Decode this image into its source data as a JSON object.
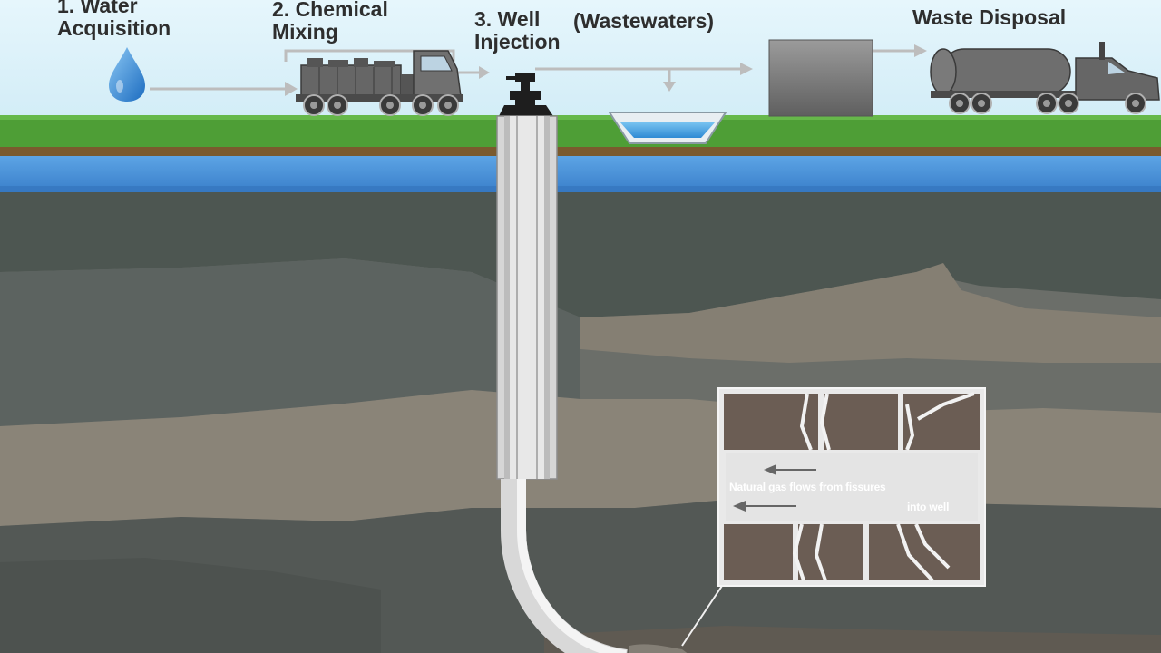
{
  "steps": {
    "water_acquisition": {
      "line1": "1. Water",
      "line2": "Acquisition"
    },
    "chemical_mixing": {
      "line1": "2. Chemical",
      "line2": "Mixing"
    },
    "well_injection": {
      "line1": "3. Well",
      "line2": "Injection"
    },
    "wastewaters": {
      "label": "(Wastewaters)"
    },
    "waste_disposal": {
      "label": "Waste Disposal"
    }
  },
  "inset": {
    "line1": "Natural gas flows from fissures",
    "line2": "into well"
  },
  "colors": {
    "sky": "#dff3fb",
    "grass": "#4e9e36",
    "soil": "#7a5a2e",
    "aquifer": "#3f88d4",
    "rock_dark": "#4f5752",
    "rock_tan": "#8a8478",
    "rock_grey": "#6e716c",
    "arrow": "#bdbdbd",
    "water_drop": "#2e86d8"
  }
}
